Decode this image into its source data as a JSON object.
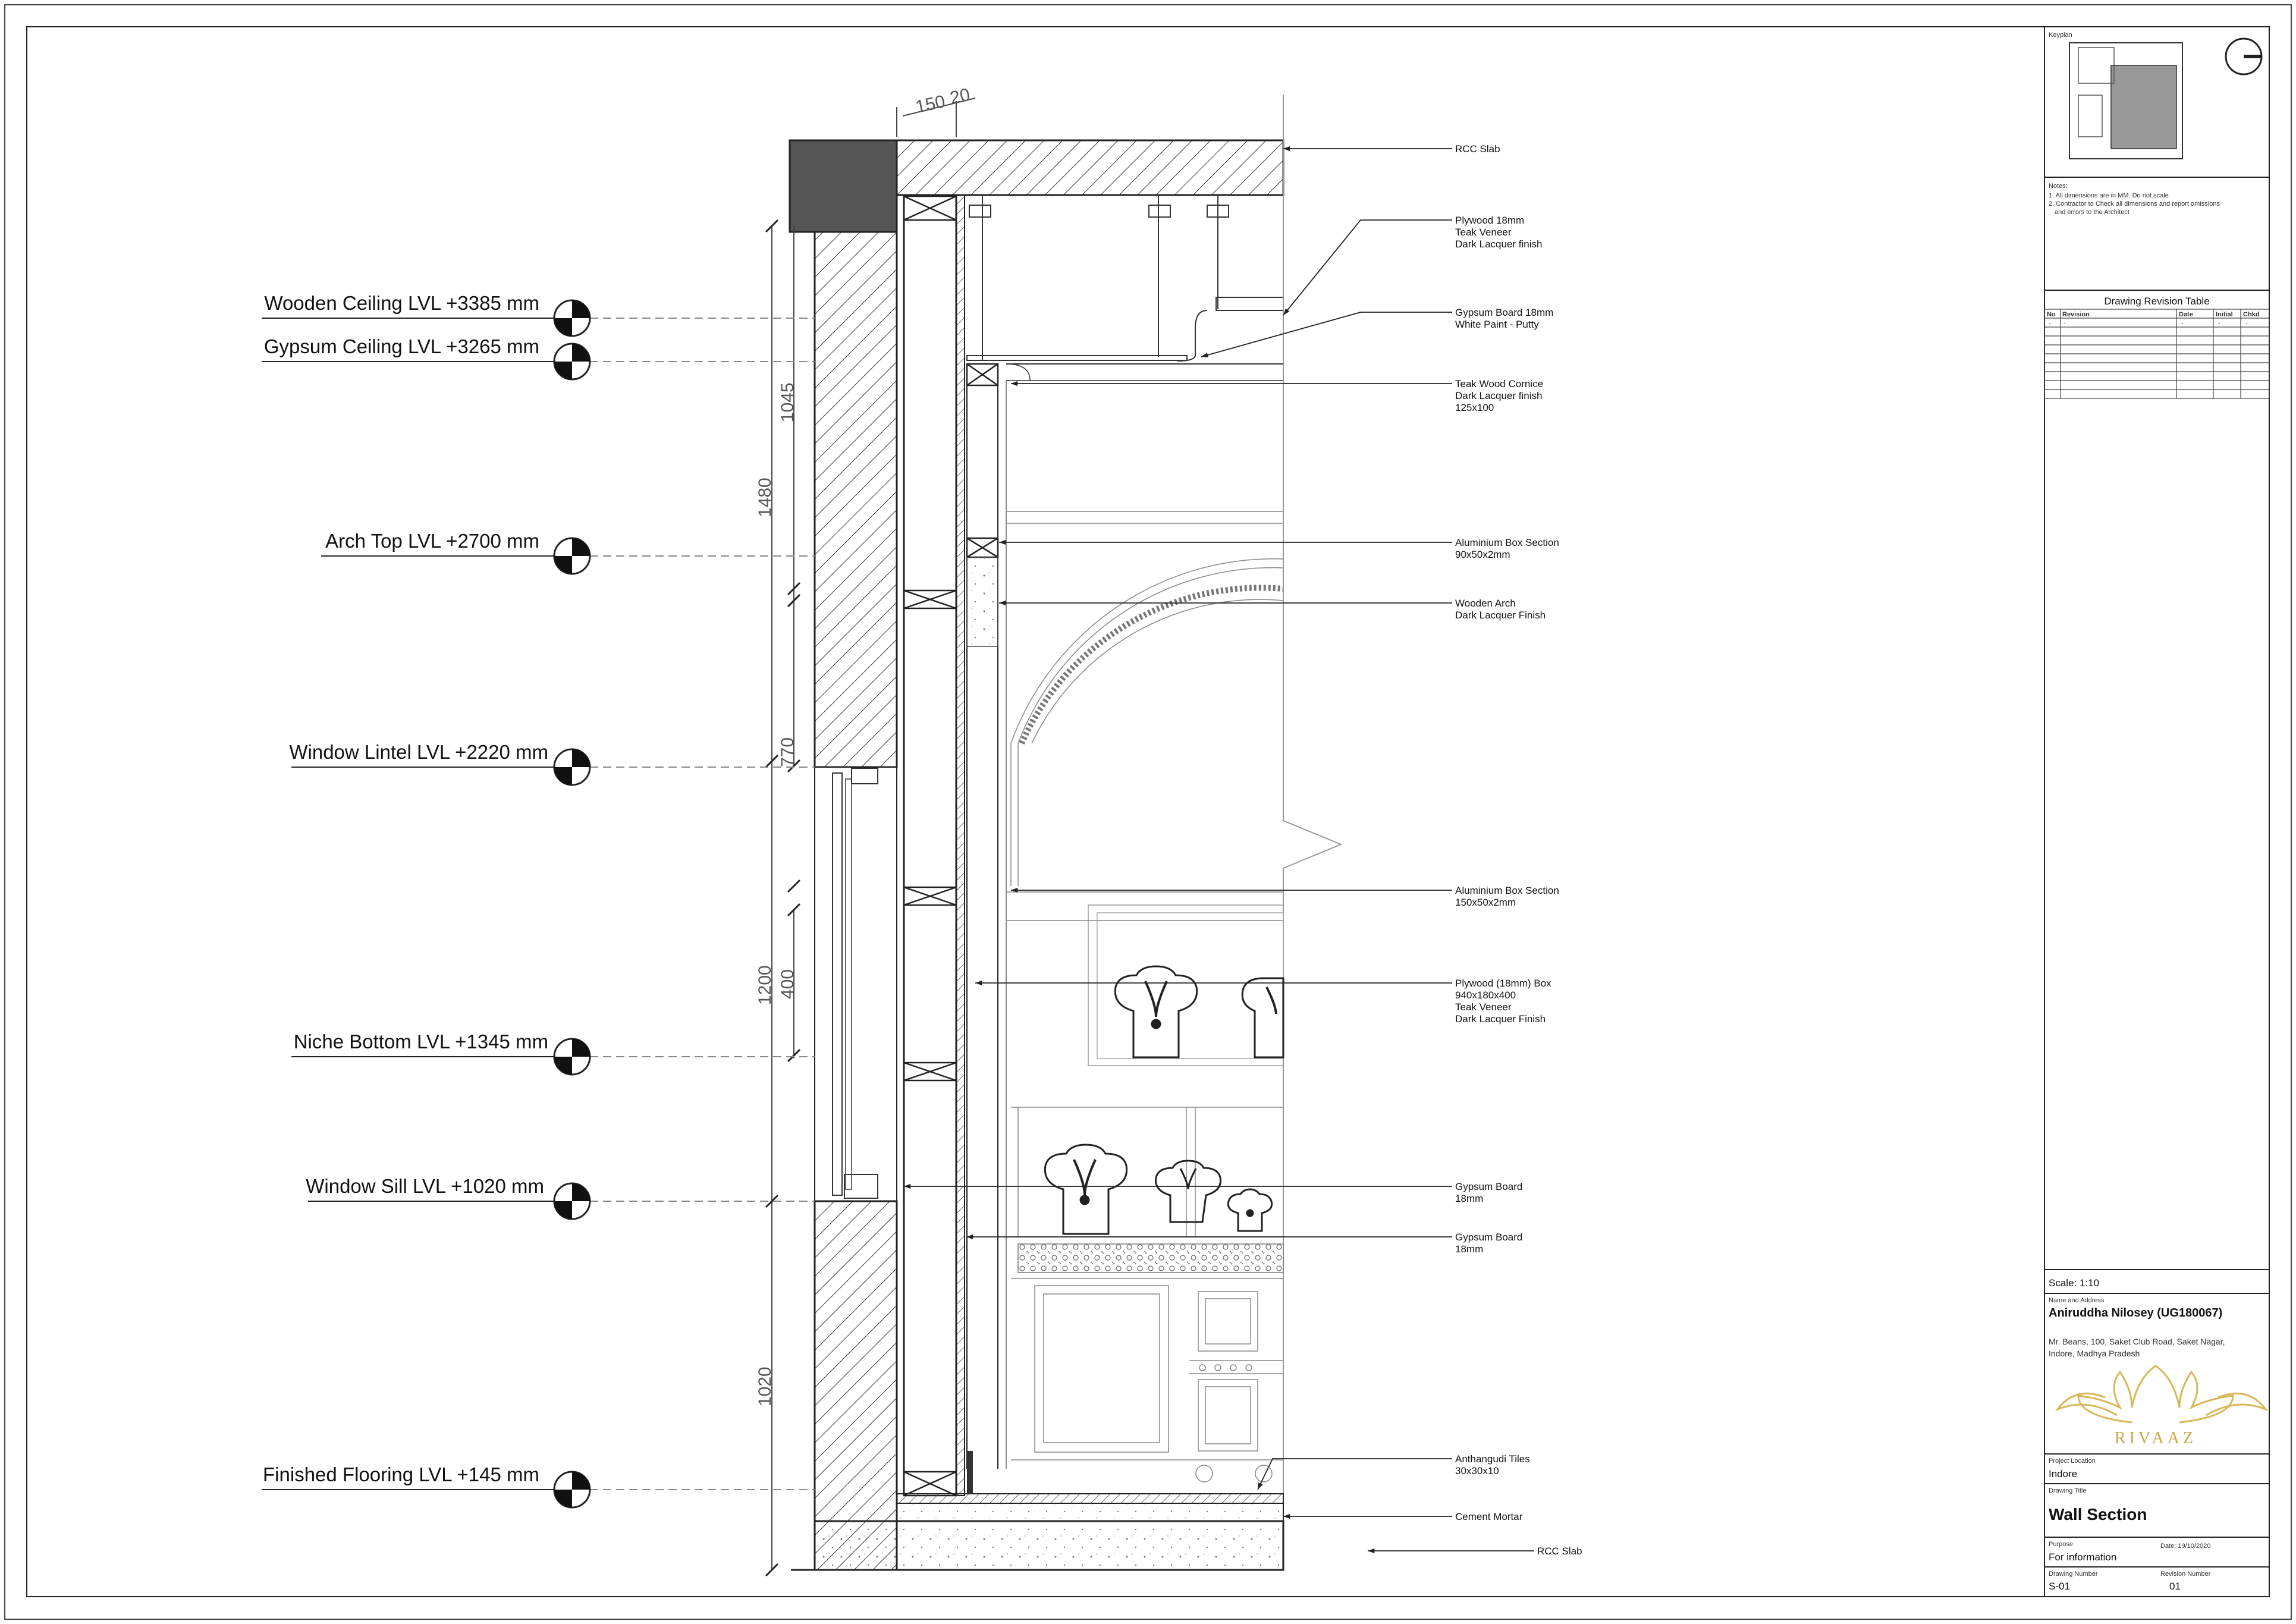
{
  "levels": [
    {
      "label": "Wooden Ceiling LVL +3385 mm"
    },
    {
      "label": "Gypsum Ceiling LVL +3265 mm"
    },
    {
      "label": "Arch Top LVL +2700 mm"
    },
    {
      "label": "Window Lintel LVL +2220 mm"
    },
    {
      "label": "Niche Bottom LVL +1345 mm"
    },
    {
      "label": "Window Sill LVL +1020 mm"
    },
    {
      "label": "Finished Flooring LVL +145 mm"
    }
  ],
  "dimensions": {
    "top_150": "150",
    "top_20": "20",
    "d1045": "1045",
    "d1480": "1480",
    "d770": "770",
    "d400": "400",
    "d1200": "1200",
    "d1020": "1020"
  },
  "annotations": [
    {
      "lines": [
        "RCC Slab"
      ]
    },
    {
      "lines": [
        "Plywood 18mm",
        "Teak Veneer",
        "Dark Lacquer finish"
      ]
    },
    {
      "lines": [
        "Gypsum Board 18mm",
        "White Paint - Putty"
      ]
    },
    {
      "lines": [
        "Teak Wood Cornice",
        "Dark Lacquer finish",
        "125x100"
      ]
    },
    {
      "lines": [
        "Aluminium Box Section",
        "90x50x2mm"
      ]
    },
    {
      "lines": [
        "Wooden Arch",
        "Dark Lacquer Finish"
      ]
    },
    {
      "lines": [
        "Aluminium Box Section",
        "150x50x2mm"
      ]
    },
    {
      "lines": [
        "Plywood (18mm) Box",
        "940x180x400",
        "Teak Veneer",
        "Dark Lacquer Finish"
      ]
    },
    {
      "lines": [
        "Gypsum Board",
        "18mm"
      ]
    },
    {
      "lines": [
        "Gypsum Board",
        "18mm"
      ]
    },
    {
      "lines": [
        "Anthangudi Tiles",
        "30x30x10"
      ]
    },
    {
      "lines": [
        "Cement Mortar"
      ]
    },
    {
      "lines": [
        "RCC Slab"
      ]
    }
  ],
  "title_block": {
    "keyplan_label": "Keyplan",
    "notes_label": "Notes:",
    "notes": [
      "1. All dimensions are in MM. Do not scale",
      "2. Contractor to Check all dimensions and report omissions",
      "and errors to the Architect"
    ],
    "revision_table_title": "Drawing Revision Table",
    "revision_headers": [
      "No",
      "Revision",
      "Date",
      "Initial",
      "Chkd"
    ],
    "revision_row": [
      "-",
      "-",
      "-",
      "-",
      "-"
    ],
    "scale": "Scale: 1:10",
    "name_address_label": "Name and Address",
    "name": "Aniruddha Nilosey (UG180067)",
    "address_line1": "Mr. Beans, 100, Saket Club Road, Saket Nagar,",
    "address_line2": "Indore, Madhya Pradesh",
    "logo_text": "RIVAAZ",
    "project_location_label": "Project Location",
    "project_location": "Indore",
    "drawing_title_label": "Drawing Title",
    "drawing_title": "Wall Section",
    "purpose_label": "Purpose",
    "purpose": "For information",
    "date": "Date: 19/10/2020",
    "drawing_number_label": "Drawing Number",
    "drawing_number": "S-01",
    "revision_number_label": "Revision Number",
    "revision_number": "01"
  }
}
